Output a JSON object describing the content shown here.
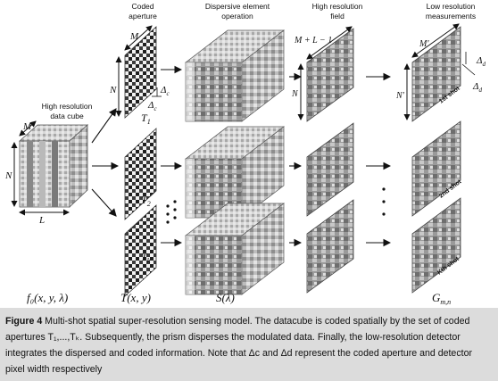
{
  "labels": {
    "coded_aperture": [
      "Coded",
      "aperture"
    ],
    "dispersive": [
      "Dispersive element",
      "operation"
    ],
    "high_res_field": [
      "High resolution",
      "field"
    ],
    "low_res_meas": [
      "Low resolution",
      "measurements"
    ],
    "data_cube": [
      "High resolution",
      "data cube"
    ]
  },
  "math": {
    "M": "M",
    "N": "N",
    "L": "L",
    "M_plus_L": "M + L − 1",
    "M_prime": "M′",
    "N_prime": "N′",
    "delta_c": "Δ",
    "delta_c_sub": "c",
    "delta_d": "Δ",
    "delta_d_sub": "d",
    "T": "T",
    "T1_sub": "1",
    "T2_sub": "2",
    "Tk_sub": "k",
    "f0": "f₀(x, y, λ)",
    "Txy": "T(x, y)",
    "S": "S(λ)",
    "G": "G",
    "G_sub": "m,n"
  },
  "shots": [
    "1st shot",
    "2nd shot",
    "Kth shot"
  ],
  "caption": {
    "label": "Figure 4",
    "text": " Multi-shot spatial super-resolution sensing model. The datacube is coded spatially by the set of coded apertures T₁,...,Tₖ. Subsequently, the prism disperses the modulated data. Finally, the low-resolution detector integrates the dispersed and coded information. Note that Δc and Δd represent the coded aperture and detector pixel width respectively"
  },
  "colors": {
    "caption_bg": "#dcdcdc",
    "ink": "#111111"
  }
}
